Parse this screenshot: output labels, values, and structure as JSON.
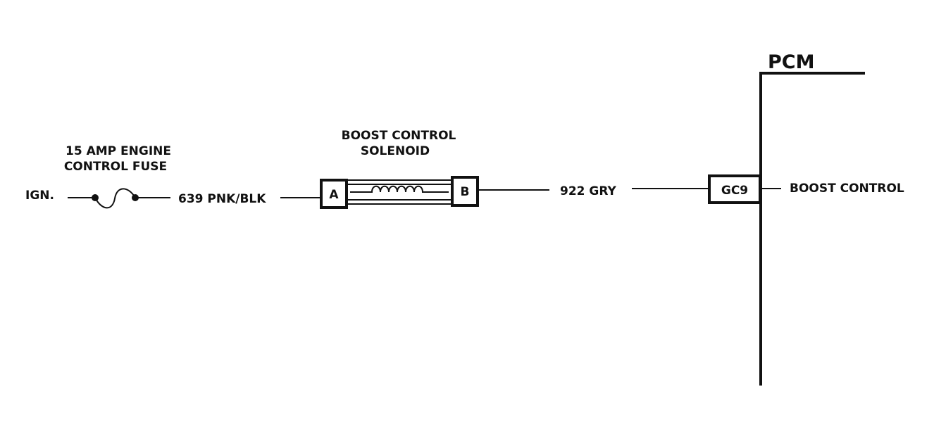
{
  "labels": {
    "ign": "IGN.",
    "fuse_line1": "15 AMP ENGINE",
    "fuse_line2": "CONTROL FUSE",
    "wire1": "639 PNK/BLK",
    "solenoid_line1": "BOOST CONTROL",
    "solenoid_line2": "SOLENOID",
    "pin_a": "A",
    "pin_b": "B",
    "wire2": "922 GRY",
    "pcm": "PCM",
    "pcm_pin": "GC9",
    "pcm_function": "BOOST CONTROL"
  },
  "colors": {
    "ink": "#111111",
    "background": "#ffffff"
  }
}
